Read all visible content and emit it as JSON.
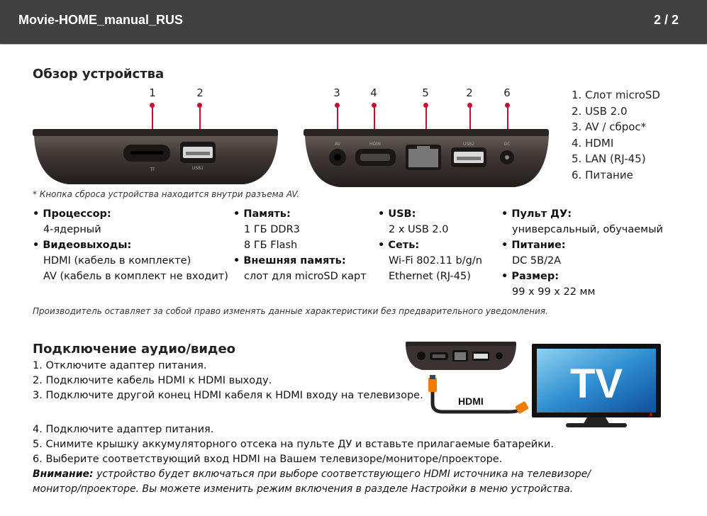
{
  "viewer": {
    "title": "Movie-HOME_manual_RUS",
    "page_indicator": "2 / 2"
  },
  "overview": {
    "heading": "Обзор устройства",
    "markers_front": [
      "1",
      "2"
    ],
    "markers_back": [
      "3",
      "4",
      "5",
      "2",
      "6"
    ],
    "port_labels": {
      "tf": "TF",
      "usb1": "USB1",
      "av": "AV",
      "hdmi": "HDMI",
      "usb2": "USB2",
      "dc": "DC"
    },
    "legend": [
      "1. Слот microSD",
      "2. USB 2.0",
      "3. AV / сброс*",
      "4. HDMI",
      "5. LAN (RJ-45)",
      "6. Питание"
    ],
    "footnote": "* Кнопка сброса устройства находится внутри разъема AV."
  },
  "specs": {
    "cpu": {
      "label": "• Процессор:",
      "values": [
        "4-ядерный"
      ]
    },
    "video": {
      "label": "• Видеовыходы:",
      "values": [
        "HDMI (кабель в комплекте)",
        "AV (кабель в комплект не входит)"
      ]
    },
    "memory": {
      "label": "• Память:",
      "values": [
        "1 ГБ DDR3",
        "8 ГБ Flash"
      ]
    },
    "ext_memory": {
      "label": "• Внешняя память:",
      "values": [
        "слот для microSD карт"
      ]
    },
    "usb": {
      "label": "• USB:",
      "values": [
        "2 x USB 2.0"
      ]
    },
    "network": {
      "label": "• Сеть:",
      "values": [
        "Wi-Fi 802.11 b/g/n",
        "Ethernet (RJ-45)"
      ]
    },
    "remote": {
      "label": "• Пульт ДУ:",
      "values": [
        "универсальный, обучаемый"
      ]
    },
    "power": {
      "label": "• Питание:",
      "values": [
        "DC 5В/2A"
      ]
    },
    "size": {
      "label": "• Размер:",
      "values": [
        "99 x 99 x 22 мм"
      ]
    },
    "disclaimer": "Производитель оставляет за собой право изменять данные характеристики без предварительного уведомления."
  },
  "connection": {
    "heading": "Подключение аудио/видео",
    "steps": [
      "1. Отключите адаптер питания.",
      "2. Подключите кабель HDMI к HDMI выходу.",
      "3. Подключите другой конец HDMI кабеля к HDMI входу на телевизоре.",
      "4. Подключите адаптер питания.",
      "5. Снимите крышку аккумуляторного отсека на пульте ДУ и вставьте прилагаемые батарейки.",
      "6. Выберите соответствующий вход HDMI на Вашем телевизоре/мониторе/проекторе."
    ],
    "warning_label": "Внимание:",
    "warning_text": " устройство будет включаться при выборе соответствующего HDMI источника на телевизоре/",
    "warning_text2": "монитор/проекторе. Вы можете изменить режим включения в разделе Настройки в меню устройства.",
    "cable_label": "HDMI",
    "tv_label": "TV"
  }
}
